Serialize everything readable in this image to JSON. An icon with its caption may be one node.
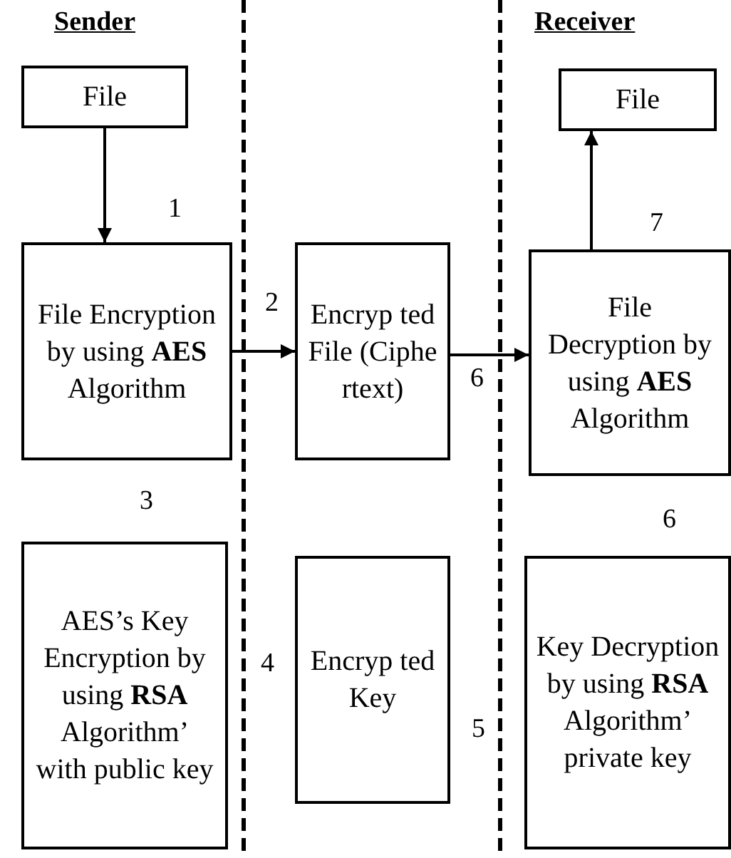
{
  "diagram": {
    "nodes": [
      {
        "text": [
          "File"
        ]
      },
      {
        "text": [
          "File Encryption by using **AES** Algorithm"
        ]
      },
      {
        "text": [
          "Encryp ted File (Ciphe rtext)"
        ]
      },
      {
        "text": [
          "File"
        ]
      },
      {
        "text": [
          "File Decryption by using **AES** Algorithm"
        ]
      },
      {
        "text": [
          "AES’s Key Encryption by using **RSA** Algorithm’ with public key"
        ]
      },
      {
        "text": [
          "Encryp ted Key"
        ]
      },
      {
        "text": [
          "Key Decryption by using **RSA** Algorithm’ private key"
        ]
      }
    ],
    "edges": [
      {
        "from": 0,
        "to": 1,
        "arrow": "to"
      },
      {
        "from": 1,
        "to": 2,
        "arrow": "to"
      },
      {
        "from": 2,
        "to": 4,
        "arrow": "to"
      },
      {
        "from": 4,
        "to": 3,
        "arrow": "to"
      }
    ],
    "labels": [
      "Sender",
      "Receiver",
      "1",
      "7",
      "2",
      "6",
      "3",
      "6",
      "4",
      "5"
    ]
  }
}
